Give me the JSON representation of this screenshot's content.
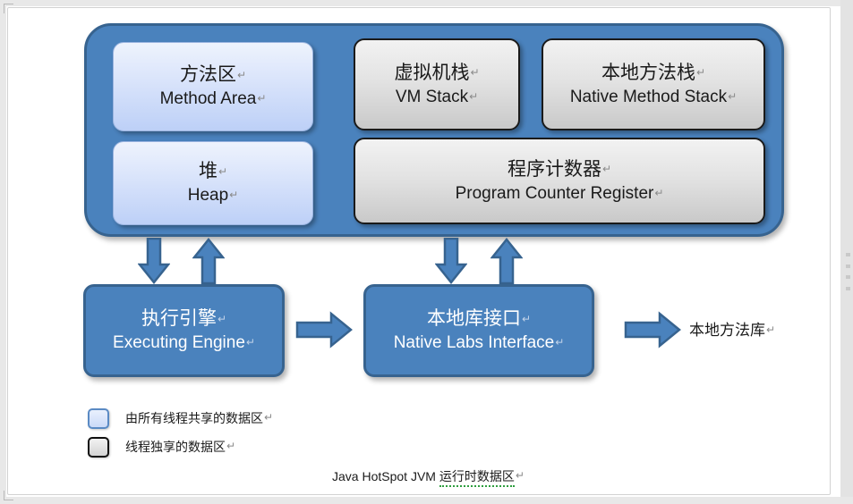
{
  "document": {
    "caption_en": "Java HotSpot JVM",
    "caption_cn": "运行时数据区",
    "pilcrow": "↵"
  },
  "runtime_data_area": {
    "label": "Java HotSpot JVM Runtime Data Area",
    "container_color": "#4a82bd",
    "container_border_color": "#37638f",
    "boxes": [
      {
        "id": "method-area",
        "cn": "方法区",
        "en": "Method Area",
        "kind": "shared",
        "fill": "#cddcfa"
      },
      {
        "id": "vm-stack",
        "cn": "虚拟机栈",
        "en": "VM Stack",
        "kind": "exclusive",
        "fill": "#dcdcdc"
      },
      {
        "id": "native-method-stack",
        "cn": "本地方法栈",
        "en": "Native Method Stack",
        "kind": "exclusive",
        "fill": "#dcdcdc"
      },
      {
        "id": "heap",
        "cn": "堆",
        "en": "Heap",
        "kind": "shared",
        "fill": "#cddcfa"
      },
      {
        "id": "pc-register",
        "cn": "程序计数器",
        "en": "Program Counter Register",
        "kind": "exclusive",
        "fill": "#dcdcdc"
      }
    ]
  },
  "components": [
    {
      "id": "executing-engine",
      "cn": "执行引擎",
      "en": "Executing Engine",
      "fill": "#4a82bd",
      "text_color": "#ffffff"
    },
    {
      "id": "native-libs-interface",
      "cn": "本地库接口",
      "en": "Native Labs Interface",
      "fill": "#4a82bd",
      "text_color": "#ffffff"
    }
  ],
  "native_library": {
    "cn": "本地方法库"
  },
  "arrows": {
    "fill": "#4a82bd",
    "stroke": "#37638f",
    "items": [
      {
        "id": "exec-engine-down",
        "direction": "down"
      },
      {
        "id": "exec-engine-up",
        "direction": "up"
      },
      {
        "id": "native-interface-down",
        "direction": "down"
      },
      {
        "id": "native-interface-up",
        "direction": "up"
      },
      {
        "id": "engine-to-interface",
        "direction": "right"
      },
      {
        "id": "interface-to-library",
        "direction": "right"
      }
    ]
  },
  "legend": {
    "items": [
      {
        "id": "shared",
        "swatch": "shared",
        "text": "由所有线程共享的数据区"
      },
      {
        "id": "exclusive",
        "swatch": "exclusive",
        "text": "线程独享的数据区"
      }
    ]
  }
}
